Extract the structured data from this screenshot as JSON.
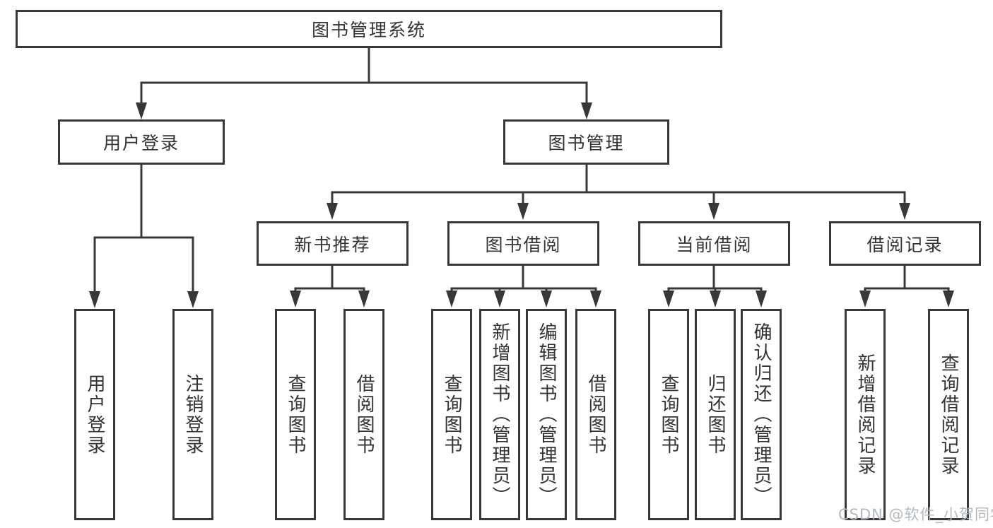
{
  "watermark": "CSDN @软件_小贺同学",
  "colors": {
    "line": "#383838",
    "text": "#333333",
    "background": "#ffffff",
    "watermark": "#b4b9be"
  },
  "tree": {
    "root": {
      "label": "图书管理系统",
      "children": [
        {
          "label": "用户登录",
          "children": [
            {
              "label": "用户登录"
            },
            {
              "label": "注销登录"
            }
          ]
        },
        {
          "label": "图书管理",
          "children": [
            {
              "label": "新书推荐",
              "children": [
                {
                  "label": "查询图书"
                },
                {
                  "label": "借阅图书"
                }
              ]
            },
            {
              "label": "图书借阅",
              "children": [
                {
                  "label": "查询图书"
                },
                {
                  "label": "新增图书（管理员）"
                },
                {
                  "label": "编辑图书（管理员）"
                },
                {
                  "label": "借阅图书"
                }
              ]
            },
            {
              "label": "当前借阅",
              "children": [
                {
                  "label": "查询图书"
                },
                {
                  "label": "归还图书"
                },
                {
                  "label": "确认归还（管理员）"
                }
              ]
            },
            {
              "label": "借阅记录",
              "children": [
                {
                  "label": "新增借阅记录"
                },
                {
                  "label": "查询借阅记录"
                }
              ]
            }
          ]
        }
      ]
    }
  }
}
